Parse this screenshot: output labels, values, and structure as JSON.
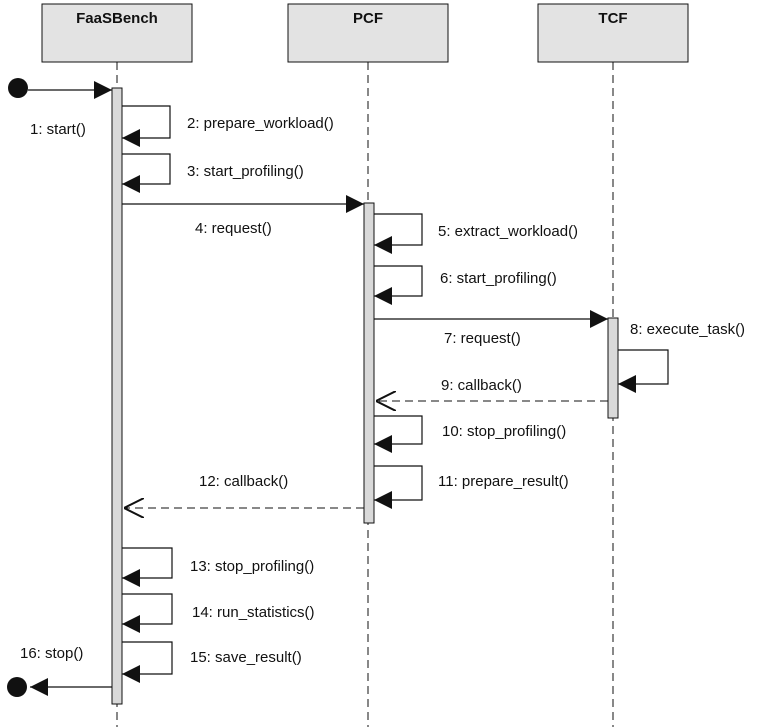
{
  "lifelines": [
    {
      "id": "faasbench",
      "name": "FaaSBench"
    },
    {
      "id": "pcf",
      "name": "PCF"
    },
    {
      "id": "tcf",
      "name": "TCF"
    }
  ],
  "messages": [
    {
      "n": 1,
      "label": "1: start()",
      "kind": "found"
    },
    {
      "n": 2,
      "label": "2: prepare_workload()",
      "kind": "self"
    },
    {
      "n": 3,
      "label": "3: start_profiling()",
      "kind": "self"
    },
    {
      "n": 4,
      "label": "4: request()",
      "kind": "sync"
    },
    {
      "n": 5,
      "label": "5: extract_workload()",
      "kind": "self"
    },
    {
      "n": 6,
      "label": "6: start_profiling()",
      "kind": "self"
    },
    {
      "n": 7,
      "label": "7: request()",
      "kind": "sync"
    },
    {
      "n": 8,
      "label": "8: execute_task()",
      "kind": "self"
    },
    {
      "n": 9,
      "label": "9: callback()",
      "kind": "reply"
    },
    {
      "n": 10,
      "label": "10: stop_profiling()",
      "kind": "self"
    },
    {
      "n": 11,
      "label": "11: prepare_result()",
      "kind": "self"
    },
    {
      "n": 12,
      "label": "12: callback()",
      "kind": "reply"
    },
    {
      "n": 13,
      "label": "13: stop_profiling()",
      "kind": "self"
    },
    {
      "n": 14,
      "label": "14: run_statistics()",
      "kind": "self"
    },
    {
      "n": 15,
      "label": "15: save_result()",
      "kind": "self"
    },
    {
      "n": 16,
      "label": "16: stop()",
      "kind": "lost"
    }
  ],
  "colors": {
    "header_fill": "#e3e3e3",
    "activation_fill": "#d9d9d9",
    "line": "#111111"
  }
}
